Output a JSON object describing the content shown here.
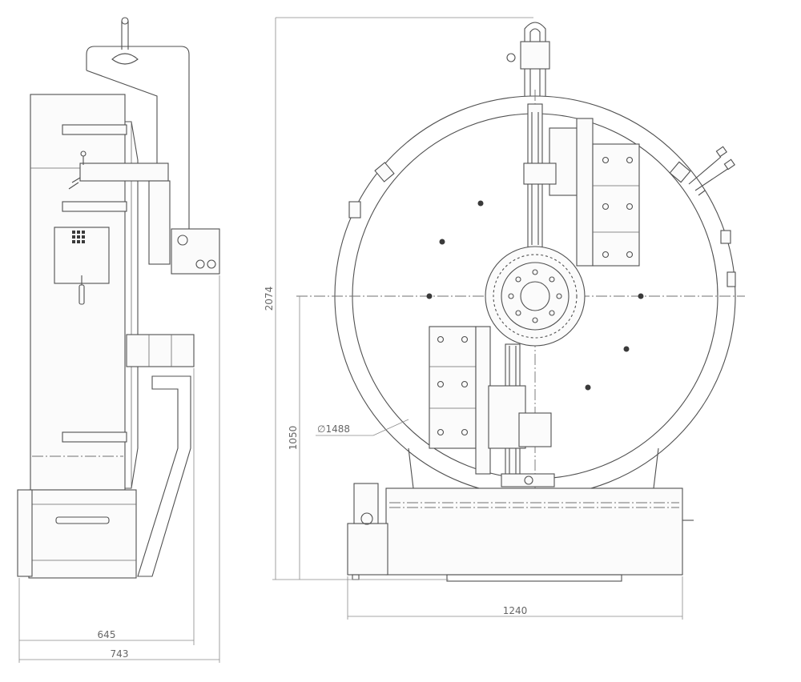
{
  "drawing": {
    "dimensions": {
      "side_width_inner": "645",
      "side_width_outer": "743",
      "front_width": "1240",
      "total_height": "2074",
      "center_height": "1050",
      "ring_diameter": "∅1488"
    },
    "colors": {
      "line": "#505050",
      "dimension": "#8a8a8a",
      "background": "#ffffff"
    }
  }
}
